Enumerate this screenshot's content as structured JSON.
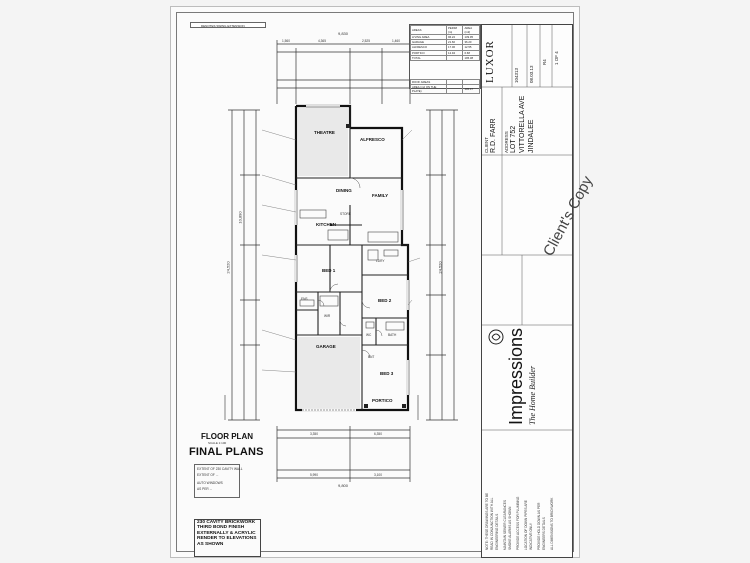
{
  "legend_top": "DENOTES SWING EXTENSION",
  "drawing": {
    "floor_plan_title": "FLOOR PLAN",
    "scale_note": "SCALE 1:100",
    "final_plans": "FINAL PLANS",
    "brickwork_note": [
      "230 CAVITY BRICKWORK",
      "THIRD BOND FINISH",
      "EXTERNALLY & ACRYLIC",
      "RENDER TO ELEVATIONS",
      "AS SHOWN"
    ],
    "legend_lines": [
      "EXTENT OF 230 CAVITY WALL",
      "EXTENT OF ...",
      "AUTO WINDOWS",
      "AS PER ..."
    ]
  },
  "rooms": {
    "theatre": "THEATRE",
    "alfresco": "ALFRESCO",
    "dining": "DINING",
    "family": "FAMILY",
    "kitchen": "KITCHEN",
    "bed1": "BED 1",
    "bed2": "BED 2",
    "bed3": "BED 3",
    "garage": "GARAGE",
    "portico": "PORTICO",
    "ens": "ENS",
    "wir": "WIR",
    "ldry": "LDRY",
    "bath": "BATH",
    "wc": "WC",
    "entry": "ENT",
    "store": "STORE"
  },
  "dimensions": {
    "top_overall": "9,830",
    "top_parts": [
      "1,560",
      "4,365",
      "2,525",
      "1,460"
    ],
    "left_overall": "24,520",
    "left_overall_2": "10,890",
    "right_overall": "24,520",
    "bottom_overall": "9,800",
    "bottom_parts": [
      "5,990",
      "3,100"
    ],
    "bottom_parts_2": [
      "3,350",
      "6,350"
    ]
  },
  "areas_table": {
    "header": [
      "AREAS",
      "PERIM (m)",
      "AREA (m2)"
    ],
    "rows": [
      [
        "LIVING AREA",
        "96.22",
        "139.95"
      ],
      [
        "GARAGE",
        "21.60",
        "36.20"
      ],
      [
        "ALFRESCO",
        "17.06",
        "12.55"
      ],
      [
        "PORTICO",
        "12.94",
        "6.68"
      ],
      [
        "TOTAL",
        "",
        "195.38"
      ],
      [
        "ROOF AREAS",
        "",
        ""
      ],
      [
        "AREA (m2 ON THE PLATE)",
        "",
        "195.47"
      ]
    ]
  },
  "title_block": {
    "house_name": "LUXOR",
    "client_label": "CLIENT",
    "client": "R.D. FARR",
    "address_label": "ADDRESS",
    "address_lot": "LOT 752",
    "address_street": "VITTORELLA AVE",
    "address_suburb": "JINDALEE",
    "stamp": "Client's Copy",
    "company": "Impressions",
    "tagline": "The Home Builder",
    "job_no": "104313",
    "date": "08.03.13",
    "revision": "R4",
    "sheet": "1 OF 4"
  },
  "right_notes": [
    "NOTE: THESE DRAWINGS ARE TO BE",
    "READ IN CONJUNCTION WITH ALL",
    "ENGINEERING DETAILS",
    "MAINTAIN SEWER CLEARANCES",
    "SMOKE ALARMS AS SHOWN",
    "PROVIDE ACCESS FOR PLUMBING",
    "LOCATION OF DOWN PIPES ARE",
    "INDICATIVE ONLY",
    "PROVIDE HOLD DOWN AS PER",
    "ENGINEERS DETAILS",
    "ALL DIMENSIONS TO BRICKWORK"
  ]
}
